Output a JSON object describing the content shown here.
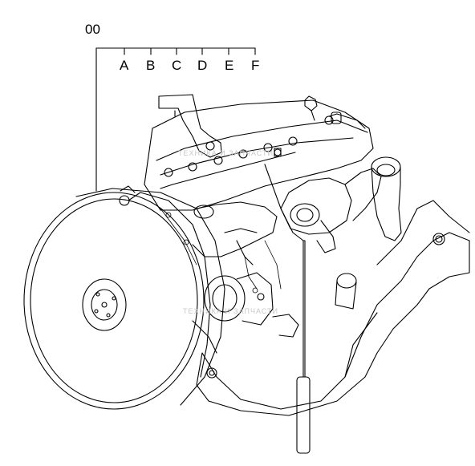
{
  "diagram": {
    "assembly_code": "00",
    "variant_letters": [
      "A",
      "B",
      "C",
      "D",
      "E",
      "F"
    ],
    "watermark": {
      "top_line": "ТЕХНИКА И ЗАПЧАСТИ",
      "bottom_line": "ТЕХНИКА И ЗАПЧАСТИ"
    },
    "line_color": "#000000",
    "watermark_color": "#c8c8c8"
  }
}
